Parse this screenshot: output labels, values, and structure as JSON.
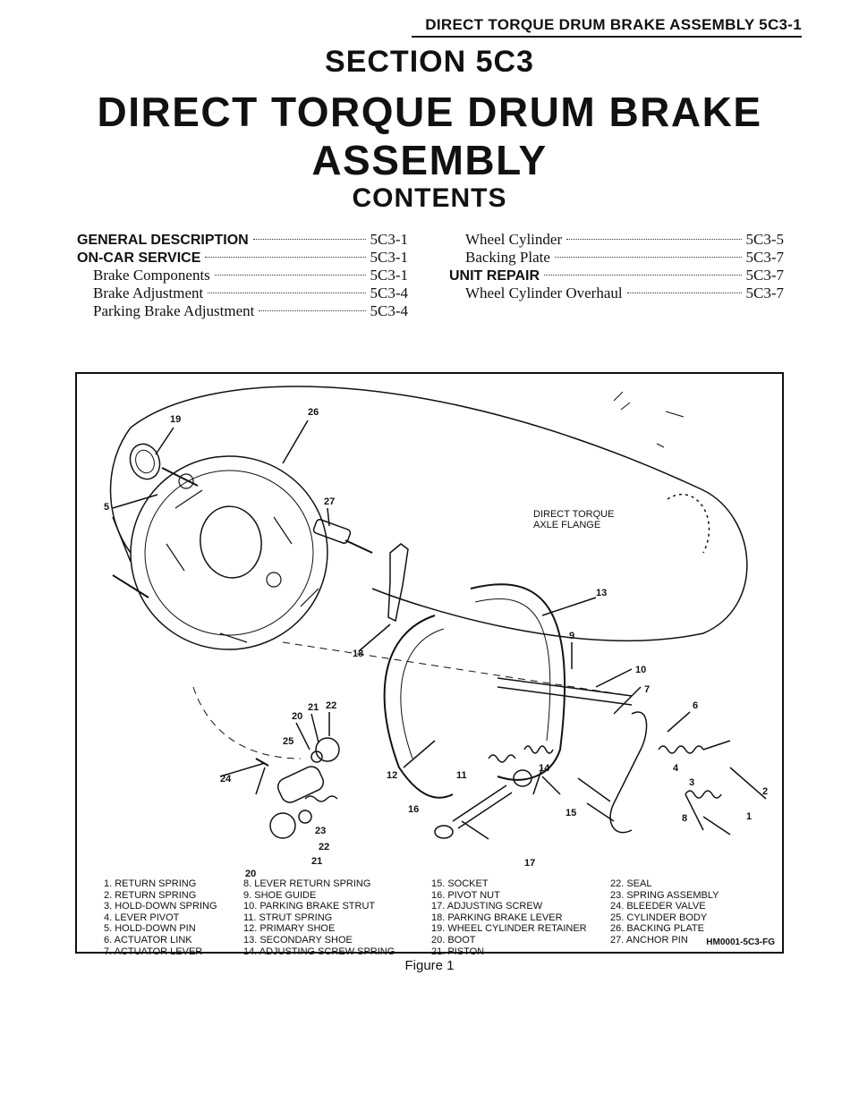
{
  "header": {
    "running_title": "DIRECT TORQUE DRUM BRAKE ASSEMBLY 5C3-1"
  },
  "section_label": "SECTION 5C3",
  "main_title": "DIRECT TORQUE DRUM BRAKE ASSEMBLY",
  "contents_heading": "CONTENTS",
  "toc_left": [
    {
      "label": "GENERAL DESCRIPTION",
      "page": "5C3-1",
      "style": "major"
    },
    {
      "label": "ON-CAR SERVICE",
      "page": "5C3-1",
      "style": "major"
    },
    {
      "label": "Brake Components",
      "page": "5C3-1",
      "style": "sub"
    },
    {
      "label": "Brake Adjustment",
      "page": "5C3-4",
      "style": "sub"
    },
    {
      "label": "Parking Brake Adjustment",
      "page": "5C3-4",
      "style": "sub"
    }
  ],
  "toc_right": [
    {
      "label": "Wheel Cylinder",
      "page": "5C3-5",
      "style": "sub"
    },
    {
      "label": "Backing Plate",
      "page": "5C3-7",
      "style": "sub"
    },
    {
      "label": "UNIT REPAIR",
      "page": "5C3-7",
      "style": "major"
    },
    {
      "label": "Wheel Cylinder Overhaul",
      "page": "5C3-7",
      "style": "sub"
    }
  ],
  "figure": {
    "axle_label_line1": "DIRECT TORQUE",
    "axle_label_line2": "AXLE FLANGE",
    "callouts": [
      "26",
      "19",
      "5",
      "27",
      "13",
      "9",
      "18",
      "10",
      "7",
      "6",
      "20",
      "21",
      "22",
      "25",
      "4",
      "3",
      "2",
      "12",
      "16",
      "11",
      "14",
      "24",
      "8",
      "1",
      "15",
      "23",
      "17",
      "22",
      "21",
      "20"
    ],
    "legend_col1": [
      "1. RETURN SPRING",
      "2. RETURN SPRING",
      "3. HOLD-DOWN SPRING",
      "4. LEVER PIVOT",
      "5. HOLD-DOWN PIN",
      "6. ACTUATOR LINK",
      "7. ACTUATOR LEVER"
    ],
    "legend_col2": [
      "8. LEVER RETURN SPRING",
      "9. SHOE GUIDE",
      "10. PARKING BRAKE STRUT",
      "11. STRUT SPRING",
      "12. PRIMARY SHOE",
      "13. SECONDARY SHOE",
      "14. ADJUSTING SCREW SPRING"
    ],
    "legend_col3": [
      "15. SOCKET",
      "16. PIVOT NUT",
      "17. ADJUSTING SCREW",
      "18. PARKING BRAKE LEVER",
      "19. WHEEL CYLINDER RETAINER",
      "20. BOOT",
      "21. PISTON"
    ],
    "legend_col4": [
      "22. SEAL",
      "23. SPRING ASSEMBLY",
      "24. BLEEDER VALVE",
      "25. CYLINDER BODY",
      "26. BACKING PLATE",
      "27. ANCHOR PIN"
    ],
    "figure_code": "HM0001-5C3-FG",
    "caption": "Figure 1"
  }
}
